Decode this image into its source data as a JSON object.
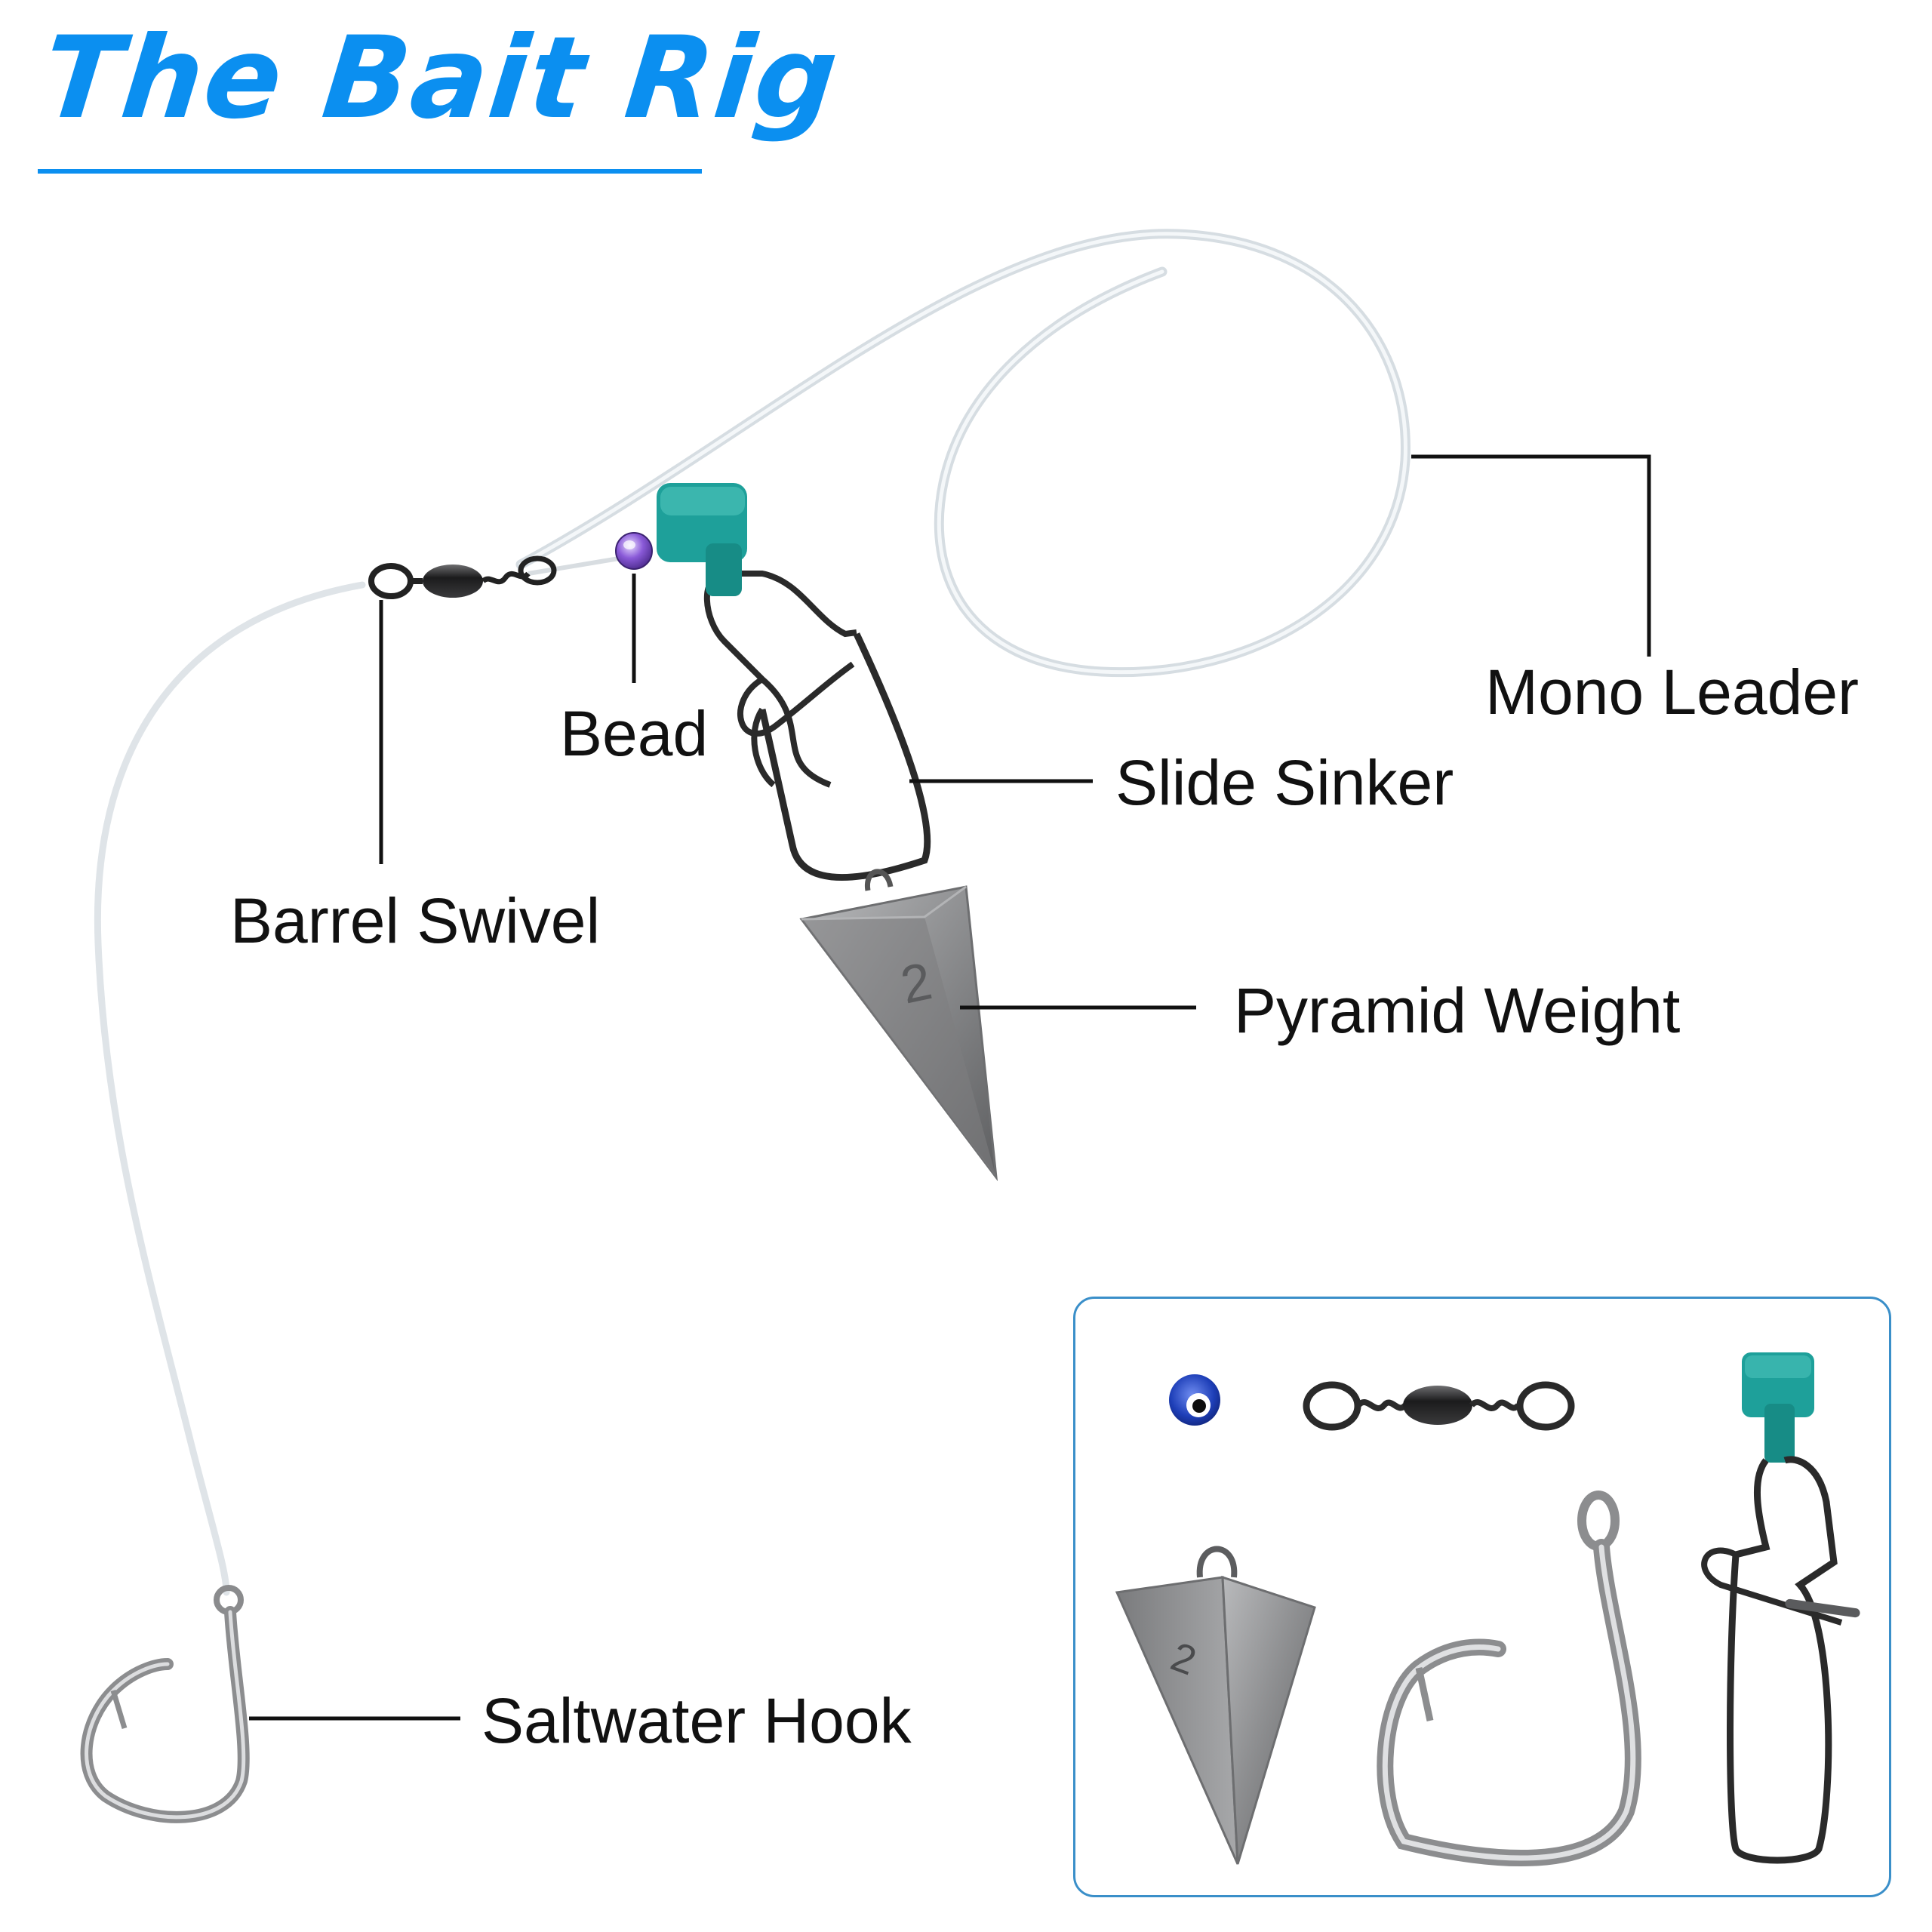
{
  "title": "The Bait Rig",
  "labels": {
    "mono_leader": "Mono Leader",
    "bead": "Bead",
    "slide_sinker": "Slide Sinker",
    "barrel_swivel": "Barrel Swivel",
    "pyramid_weight": "Pyramid Weight",
    "saltwater_hook": "Saltwater Hook"
  },
  "weight_number": "2",
  "colors": {
    "title": "#0b8ff0",
    "sinker_slide": "#1ea09a",
    "bead": "#8a5ad8",
    "inset_bead": "#1e3fb8",
    "inset_border": "#3a8fc9",
    "lead": "#8d8e90",
    "wire": "#2a2a2a"
  },
  "icons": {
    "bead": "bead-icon",
    "swivel": "barrel-swivel-icon",
    "slide": "slide-sinker-icon",
    "weight": "pyramid-weight-icon",
    "hook": "saltwater-hook-icon"
  }
}
